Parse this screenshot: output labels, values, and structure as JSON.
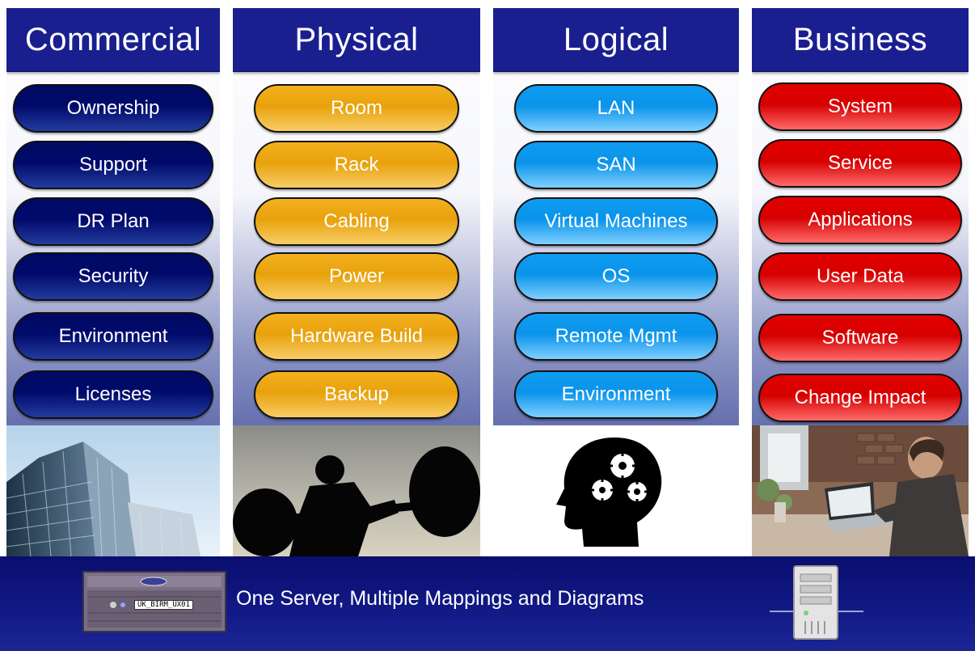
{
  "columns": [
    {
      "title": "Commercial",
      "color": "#000a6b",
      "items": [
        "Ownership",
        "Support",
        "DR Plan",
        "Security",
        "Environment",
        "Licenses"
      ],
      "photo": "office-building-photo"
    },
    {
      "title": "Physical",
      "color": "#e8a10b",
      "items": [
        "Room",
        "Rack",
        "Cabling",
        "Power",
        "Hardware Build",
        "Backup"
      ],
      "photo": "weightlifter-silhouette-photo"
    },
    {
      "title": "Logical",
      "color": "#0a93ea",
      "items": [
        "LAN",
        "SAN",
        "Virtual Machines",
        "OS",
        "Remote Mgmt",
        "Environment"
      ],
      "photo": "head-gears-icon"
    },
    {
      "title": "Business",
      "color": "#d60000",
      "items": [
        "System",
        "Service",
        "Applications",
        "User Data",
        "Software",
        "Change Impact"
      ],
      "photo": "person-at-laptop-photo"
    }
  ],
  "footer": {
    "caption": "One Server, Multiple Mappings and Diagrams",
    "server_label": "UK_BIRM_UX01",
    "left_image": "rack-server-photo",
    "right_icon": "tower-server-icon"
  }
}
